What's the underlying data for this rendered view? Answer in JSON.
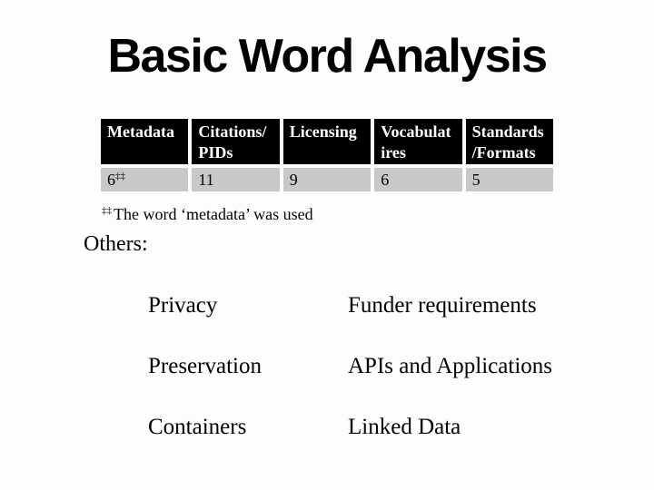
{
  "title": "Basic Word Analysis",
  "table": {
    "columns": [
      {
        "header": "Metadata",
        "value": "6",
        "value_sup": "‡‡"
      },
      {
        "header": "Citations/\nPIDs",
        "value": "11"
      },
      {
        "header": "Licensing",
        "value": "9"
      },
      {
        "header": "Vocabulat\nires",
        "value": "6"
      },
      {
        "header": "Standards\n/Formats",
        "value": "5"
      }
    ]
  },
  "footnote": {
    "marker": "‡‡",
    "text": "The word ‘metadata’ was used"
  },
  "others": {
    "label": "Others:",
    "items": [
      "Privacy",
      "Funder requirements",
      "Preservation",
      "APIs and Applications",
      "Containers",
      "Linked Data"
    ]
  },
  "colors": {
    "background": "#fcfdfc",
    "table_header_bg": "#000000",
    "table_header_text": "#ffffff",
    "table_row_bg": "#c8c8c8",
    "text": "#000000"
  }
}
